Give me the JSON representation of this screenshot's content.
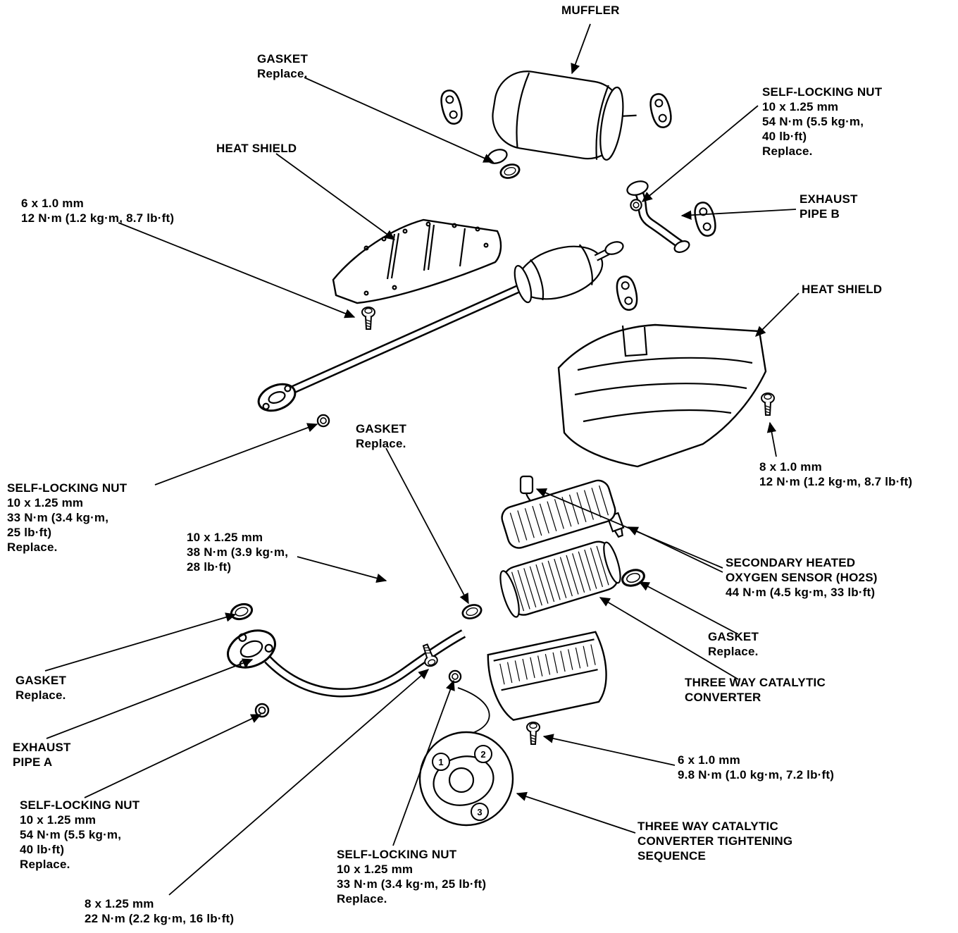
{
  "page": {
    "background": "#ffffff",
    "ink": "#000000"
  },
  "labels": {
    "muffler": "MUFFLER",
    "gasket_top": "GASKET\nReplace.",
    "heat_shield_left": "HEAT SHIELD",
    "self_locking_nut_right": "SELF-LOCKING NUT\n10 x 1.25 mm\n54 N·m (5.5 kg·m,\n40 lb·ft)\nReplace.",
    "exhaust_pipe_b": "EXHAUST\nPIPE B",
    "bolt_6x10_left": "6 x 1.0 mm\n12 N·m (1.2 kg·m, 8.7 lb·ft)",
    "heat_shield_right": "HEAT SHIELD",
    "bolt_8x10_right": "8 x 1.0 mm\n12 N·m (1.2 kg·m, 8.7 lb·ft)",
    "self_locking_nut_left": "SELF-LOCKING NUT\n10 x 1.25 mm\n33 N·m (3.4 kg·m,\n25 lb·ft)\nReplace.",
    "gasket_mid": "GASKET\nReplace.",
    "bolt_10x125": "10 x 1.25 mm\n38 N·m (3.9 kg·m,\n28 lb·ft)",
    "ho2s": "SECONDARY HEATED\nOXYGEN SENSOR (HO2S)\n44 N·m (4.5 kg·m, 33 lb·ft)",
    "gasket_right": "GASKET\nReplace.",
    "three_way_cat": "THREE WAY CATALYTIC\nCONVERTER",
    "gasket_left": "GASKET\nReplace.",
    "exhaust_pipe_a": "EXHAUST\nPIPE A",
    "self_locking_nut_bottom_left": "SELF-LOCKING NUT\n10 x 1.25 mm\n54 N·m (5.5 kg·m,\n40 lb·ft)\nReplace.",
    "bolt_8x125": "8 x 1.25 mm\n22 N·m (2.2 kg·m, 16 lb·ft)",
    "self_locking_nut_bottom_mid": "SELF-LOCKING NUT\n10 x 1.25 mm\n33 N·m (3.4 kg·m, 25 lb·ft)\nReplace.",
    "bolt_6x10_bottom": "6 x 1.0 mm\n9.8 N·m (1.0 kg·m, 7.2 lb·ft)",
    "tightening_sequence": "THREE WAY CATALYTIC\nCONVERTER TIGHTENING\nSEQUENCE"
  },
  "sequence_markers": {
    "first": "1",
    "second": "2",
    "third": "3"
  }
}
